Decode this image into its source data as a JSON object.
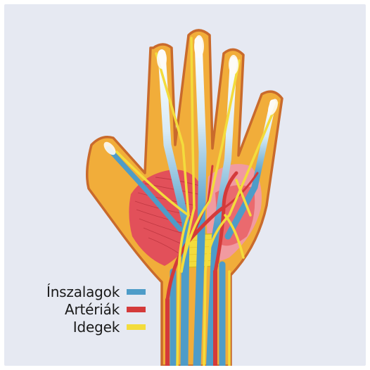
{
  "legend": [
    {
      "label": "Ínszalagok",
      "color": "#4e9cc8",
      "meaning": "tendons"
    },
    {
      "label": "Artériák",
      "color": "#d43a3a",
      "meaning": "arteries"
    },
    {
      "label": "Idegek",
      "color": "#f3dc3c",
      "meaning": "nerves"
    }
  ],
  "colors": {
    "background": "#e6e9f2",
    "skin": "#f1ad3a",
    "skin_outline": "#c96a2c",
    "tendon": "#4e9cc8",
    "artery": "#d43a3a",
    "nerve": "#f3dc3c",
    "muscle": "#e2505a",
    "palm_pink": "#f19aa0",
    "bone_white": "#fdfbf7"
  }
}
